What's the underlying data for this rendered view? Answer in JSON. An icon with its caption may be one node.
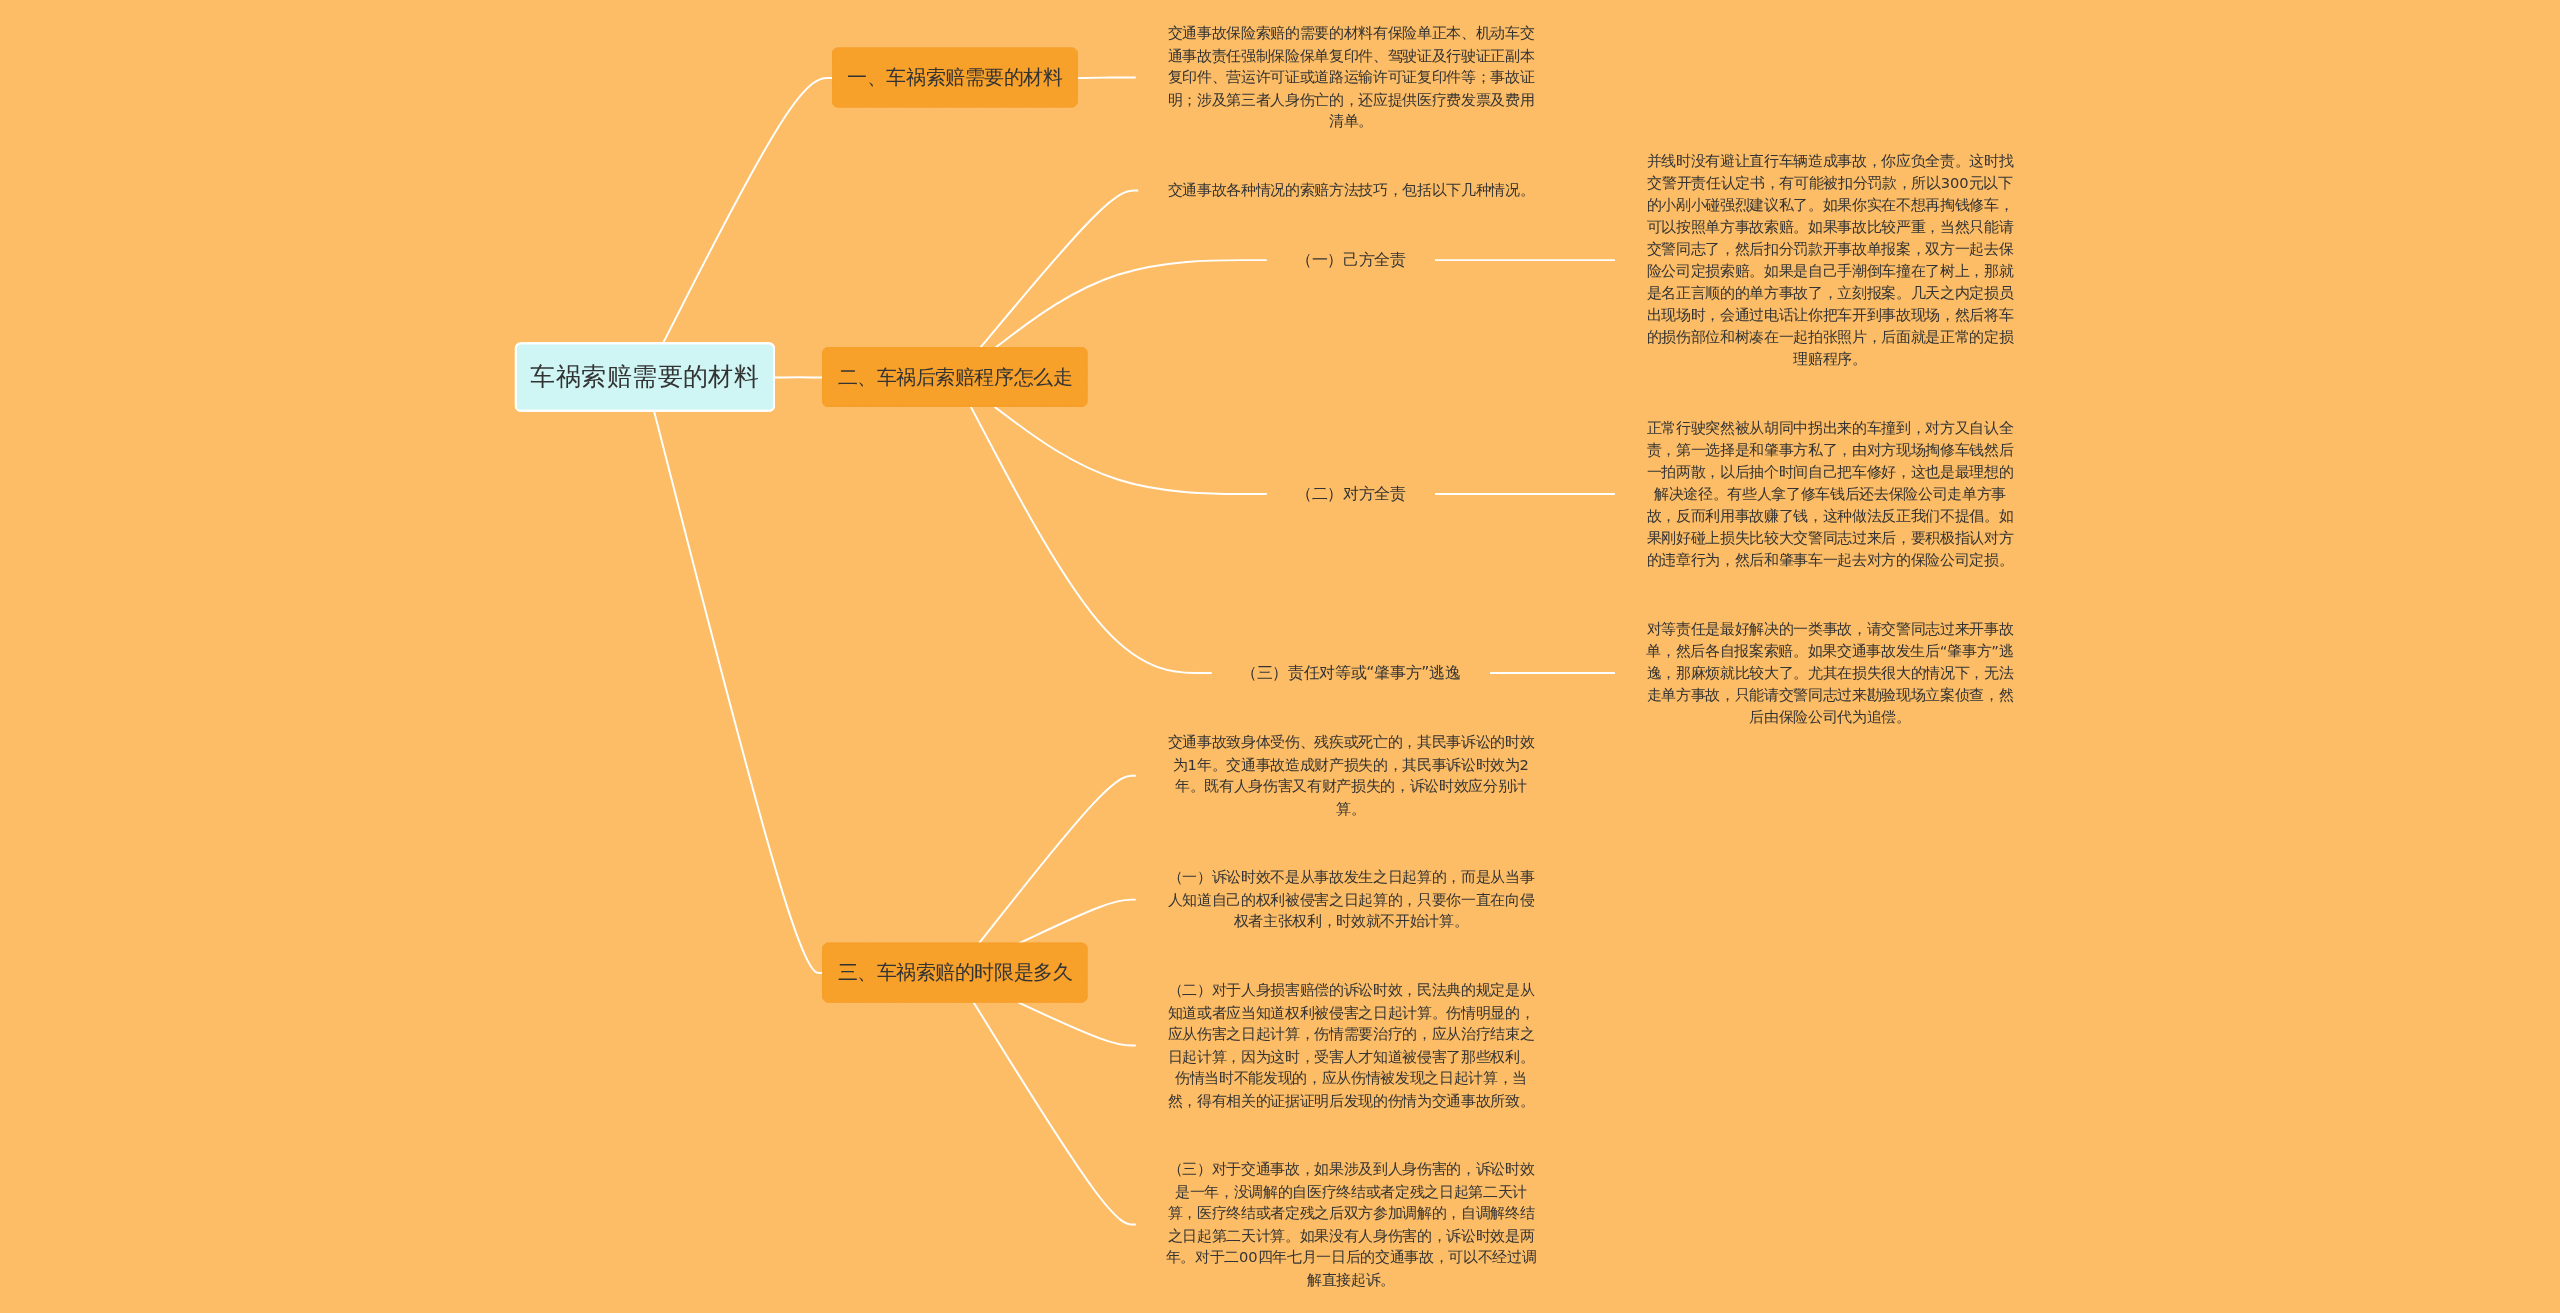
{
  "diagram": {
    "nodes": [
      {
        "text": [
          "车祸索赔需要的材料"
        ]
      },
      {
        "text": [
          "一、车祸索赔需要的材料"
        ]
      },
      {
        "text": [
          "交通事故保险索赔的需要的材料有保险单正本、机动车交通事故责任强制保险保单复印件、驾驶证及行驶证正副本复印件、营运许可证或道路运输许可证复印件等；事故证明；涉及第三者人身伤亡的，还应提供医疗费发票及费用清单。"
        ]
      },
      {
        "text": [
          "二、车祸后索赔程序怎么走"
        ]
      },
      {
        "text": [
          "交通事故各种情况的索赔方法技巧，包括以下几种情况。"
        ]
      },
      {
        "text": [
          "（一）己方全责"
        ]
      },
      {
        "text": [
          "并线时没有避让直行车辆造成事故，你应负全责。这时找交警开责任认定书，有可能被扣分罚款，所以300元以下的小剐小碰强烈建议私了。如果你实在不想再掏钱修车，可以按照单方事故索赔。如果事故比较严重，当然只能请交警同志了，然后扣分罚款开事故单报案，双方一起去保险公司定损索赔。如果是自己手潮倒车撞在了树上，那就是名正言顺的的单方事故了，立刻报案。几天之内定损员出现场时，会通过电话让你把车开到事故现场，然后将车的损伤部位和树凑在一起拍张照片，后面就是正常的定损理赔程序。"
        ]
      },
      {
        "text": [
          "（二）对方全责"
        ]
      },
      {
        "text": [
          "正常行驶突然被从胡同中拐出来的车撞到，对方又自认全责，第一选择是和肇事方私了，由对方现场掏修车钱然后一拍两散，以后抽个时间自己把车修好，这也是最理想的解决途径。有些人拿了修车钱后还去保险公司走单方事故，反而利用事故赚了钱，这种做法反正我们不提倡。如果刚好碰上损失比较大交警同志过来后，要积极指认对方的违章行为，然后和肇事车一起去对方的保险公司定损。"
        ]
      },
      {
        "text": [
          "（三）责任对等或“肇事方”逃逸"
        ]
      },
      {
        "text": [
          "对等责任是最好解决的一类事故，请交警同志过来开事故单，然后各自报案索赔。如果交通事故发生后“肇事方”逃逸，那麻烦就比较大了。尤其在损失很大的情况下，无法走单方事故，只能请交警同志过来勘验现场立案侦查，然后由保险公司代为追偿。"
        ]
      },
      {
        "text": [
          "三、车祸索赔的时限是多久"
        ]
      },
      {
        "text": [
          "交通事故致身体受伤、残疾或死亡的，其民事诉讼的时效为1年。交通事故造成财产损失的，其民事诉讼时效为2年。既有人身伤害又有财产损失的，诉讼时效应分别计算。"
        ]
      },
      {
        "text": [
          "（一）诉讼时效不是从事故发生之日起算的，而是从当事人知道自己的权利被侵害之日起算的，只要你一直在向侵权者主张权利，时效就不开始计算。"
        ]
      },
      {
        "text": [
          "（二）对于人身损害赔偿的诉讼时效，民法典的规定是从知道或者应当知道权利被侵害之日起计算。伤情明显的，应从伤害之日起计算，伤情需要治疗的，应从治疗结束之日起计算，因为这时，受害人才知道被侵害了那些权利。伤情当时不能发现的，应从伤情被发现之日起计算，当然，得有相关的证据证明后发现的伤情为交通事故所致。"
        ]
      },
      {
        "text": [
          "（三）对于交通事故，如果涉及到人身伤害的，诉讼时效是一年，没调解的自医疗终结或者定残之日起第二天计算，医疗终结或者定残之后双方参加调解的，自调解终结之日起第二天计算。如果没有人身伤害的，诉讼时效是两年。对于二00四年七月一日后的交通事故，可以不经过调解直接起诉。"
        ]
      }
    ],
    "edges": [
      {
        "from": 0,
        "to": 1,
        "arrow": "none"
      },
      {
        "from": 1,
        "to": 2,
        "arrow": "none"
      },
      {
        "from": 0,
        "to": 3,
        "arrow": "none"
      },
      {
        "from": 3,
        "to": 4,
        "arrow": "none"
      },
      {
        "from": 3,
        "to": 5,
        "arrow": "none"
      },
      {
        "from": 5,
        "to": 6,
        "arrow": "none"
      },
      {
        "from": 3,
        "to": 7,
        "arrow": "none"
      },
      {
        "from": 7,
        "to": 8,
        "arrow": "none"
      },
      {
        "from": 3,
        "to": 9,
        "arrow": "none"
      },
      {
        "from": 9,
        "to": 10,
        "arrow": "none"
      },
      {
        "from": 0,
        "to": 11,
        "arrow": "none"
      },
      {
        "from": 11,
        "to": 12,
        "arrow": "none"
      },
      {
        "from": 11,
        "to": 13,
        "arrow": "none"
      },
      {
        "from": 11,
        "to": 14,
        "arrow": "none"
      },
      {
        "from": 11,
        "to": 15,
        "arrow": "none"
      }
    ]
  }
}
